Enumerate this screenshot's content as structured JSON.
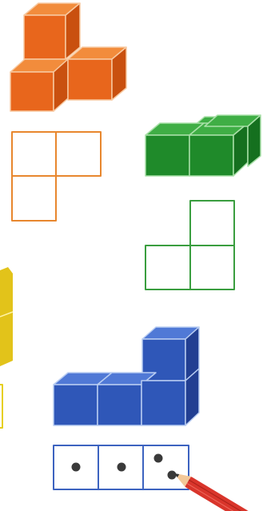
{
  "colors": {
    "orange": {
      "front": "#e8661c",
      "top": "#f28c3c",
      "side": "#c9500f",
      "edge": "#f7c9a0"
    },
    "green": {
      "front": "#1f8a2a",
      "top": "#3fae45",
      "side": "#15701f",
      "edge": "#a9e0a8"
    },
    "blue": {
      "front": "#2f57b8",
      "top": "#5079d6",
      "side": "#223f92",
      "edge": "#b9cdf2"
    },
    "yellow": {
      "front": "#e2c31a",
      "top": "#f1d94a",
      "side": "#c6a812",
      "edge": "#fff3a6"
    },
    "grid_orange": "#e8872e",
    "grid_green": "#3a9e3f",
    "grid_blue": "#3d63c0",
    "grid_yellow": "#e6cf1c",
    "dot": "#3a3a3a",
    "pencil_body": "#d9352b",
    "pencil_wood": "#f3c898",
    "pencil_lead": "#333333"
  },
  "figures": [
    {
      "name": "orange-l-tromino",
      "color": "orange",
      "top_view": [
        [
          1,
          1
        ],
        [
          1,
          0
        ]
      ]
    },
    {
      "name": "green-l-tromino",
      "color": "green",
      "top_view": [
        [
          0,
          1
        ],
        [
          1,
          1
        ]
      ]
    },
    {
      "name": "blue-l-tetracube",
      "color": "blue",
      "top_view": [
        [
          1,
          1,
          1
        ]
      ],
      "marked_cells": [
        true,
        true,
        true
      ]
    }
  ],
  "icons": [
    "pencil-icon"
  ]
}
